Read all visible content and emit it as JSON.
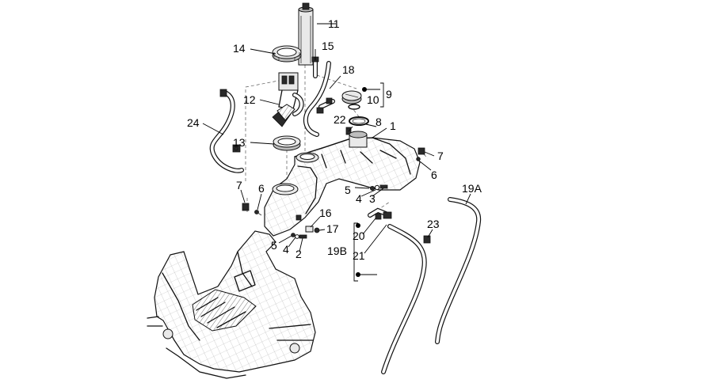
{
  "callouts": {
    "c1": "1",
    "c2": "2",
    "c3": "3",
    "c4a": "4",
    "c4b": "4",
    "c5a": "5",
    "c5b": "5",
    "c6a": "6",
    "c6b": "6",
    "c7a": "7",
    "c7b": "7",
    "c8": "8",
    "c9": "9",
    "c10": "10",
    "c11": "11",
    "c12": "12",
    "c13": "13",
    "c14": "14",
    "c15": "15",
    "c16": "16",
    "c17": "17",
    "c18": "18",
    "c19A": "19A",
    "c19B": "19B",
    "c20": "20",
    "c21": "21",
    "c22": "22",
    "c23": "23",
    "c24": "24"
  }
}
